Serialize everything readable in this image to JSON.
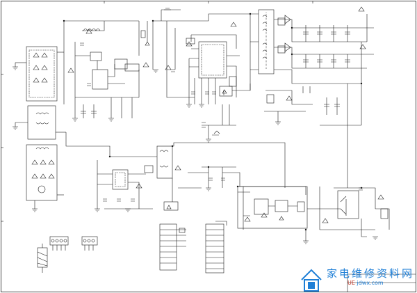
{
  "sheet": {
    "title_block_1": "",
    "title_block_2": ""
  },
  "watermark": {
    "text": "家电维修资料网",
    "sub_prefix": "UE",
    "sub_site": "jdwx.com",
    "color_main": "#1f7fd6",
    "color_accent": "#c0392b"
  },
  "colors": {
    "ink": "#1a1a1a",
    "paper": "#ffffff"
  }
}
